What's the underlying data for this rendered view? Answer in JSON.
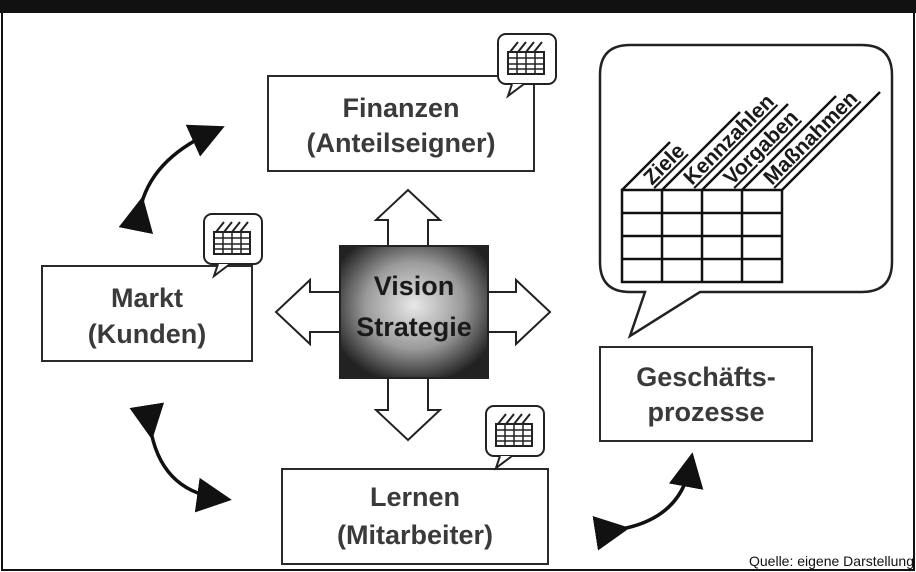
{
  "boxes": {
    "finance": {
      "line1": "Finanzen",
      "line2": "(Anteilseigner)"
    },
    "market": {
      "line1": "Markt",
      "line2": "(Kunden)"
    },
    "learning": {
      "line1": "Lernen",
      "line2": "(Mitarbeiter)"
    },
    "process": {
      "line1": "Geschäfts-",
      "line2": "prozesse"
    }
  },
  "center": {
    "line1": "Vision",
    "line2": "Strategie"
  },
  "table_headers": [
    "Ziele",
    "Kennzahlen",
    "Vorgaben",
    "Maßnahmen"
  ],
  "source": "Quelle: eigene Darstellung",
  "colors": {
    "box_border": "#2a2a2a",
    "box_text": "#3a3a3a",
    "top_bar": "#111111"
  }
}
